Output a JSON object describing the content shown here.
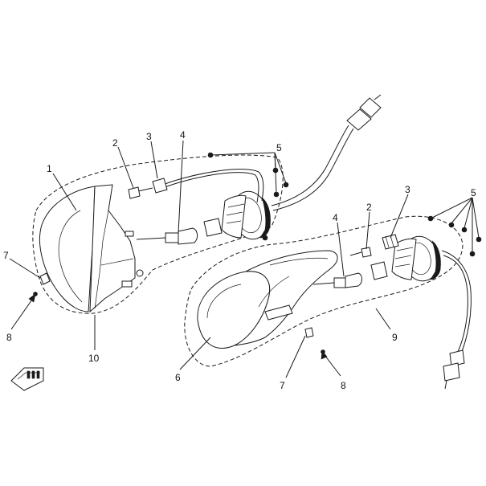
{
  "diagram": {
    "callouts": [
      {
        "id": "c1",
        "label": "1"
      },
      {
        "id": "c2a",
        "label": "2"
      },
      {
        "id": "c3a",
        "label": "3"
      },
      {
        "id": "c4a",
        "label": "4"
      },
      {
        "id": "c5a",
        "label": "5"
      },
      {
        "id": "c7a",
        "label": "7"
      },
      {
        "id": "c8a",
        "label": "8"
      },
      {
        "id": "c10",
        "label": "10"
      },
      {
        "id": "c4b",
        "label": "4"
      },
      {
        "id": "c2b",
        "label": "2"
      },
      {
        "id": "c3b",
        "label": "3"
      },
      {
        "id": "c5b",
        "label": "5"
      },
      {
        "id": "c9",
        "label": "9"
      },
      {
        "id": "c6",
        "label": "6"
      },
      {
        "id": "c7b",
        "label": "7"
      },
      {
        "id": "c8b",
        "label": "8"
      }
    ]
  }
}
